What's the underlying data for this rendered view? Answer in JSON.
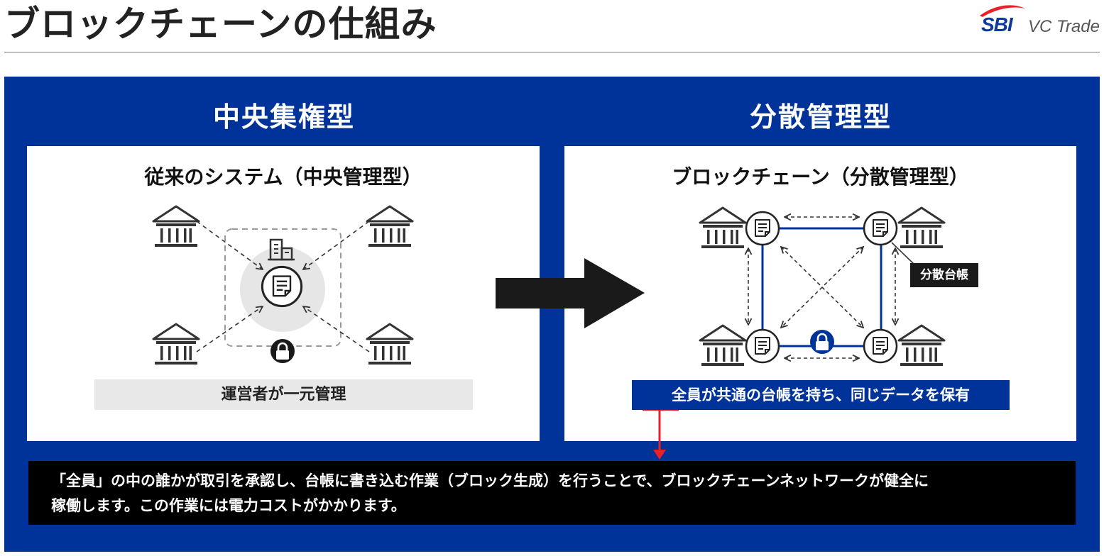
{
  "page_title": "ブロックチェーンの仕組み",
  "logo": {
    "brand": "SBI",
    "text": "VC Trade"
  },
  "left": {
    "heading": "中央集権型",
    "box_title": "従来のシステム（中央管理型）",
    "note": "運営者が一元管理"
  },
  "right": {
    "heading": "分散管理型",
    "box_title": "ブロックチェーン（分散管理型）",
    "ledger_label": "分散台帳",
    "note": "全員が共通の台帳を持ち、同じデータを保有"
  },
  "footer": {
    "line1": "「全員」の中の誰かが取引を承認し、台帳に書き込む作業（ブロック生成）を行うことで、ブロックチェーンネットワークが健全に",
    "line2": "稼働します。この作業には電力コストがかかります。"
  },
  "colors": {
    "panel": "#003399",
    "accent_red": "#e8202a",
    "arrow": "#1a1a1a"
  },
  "icons": [
    "bank-icon",
    "document-icon",
    "building-icon",
    "lock-icon"
  ]
}
